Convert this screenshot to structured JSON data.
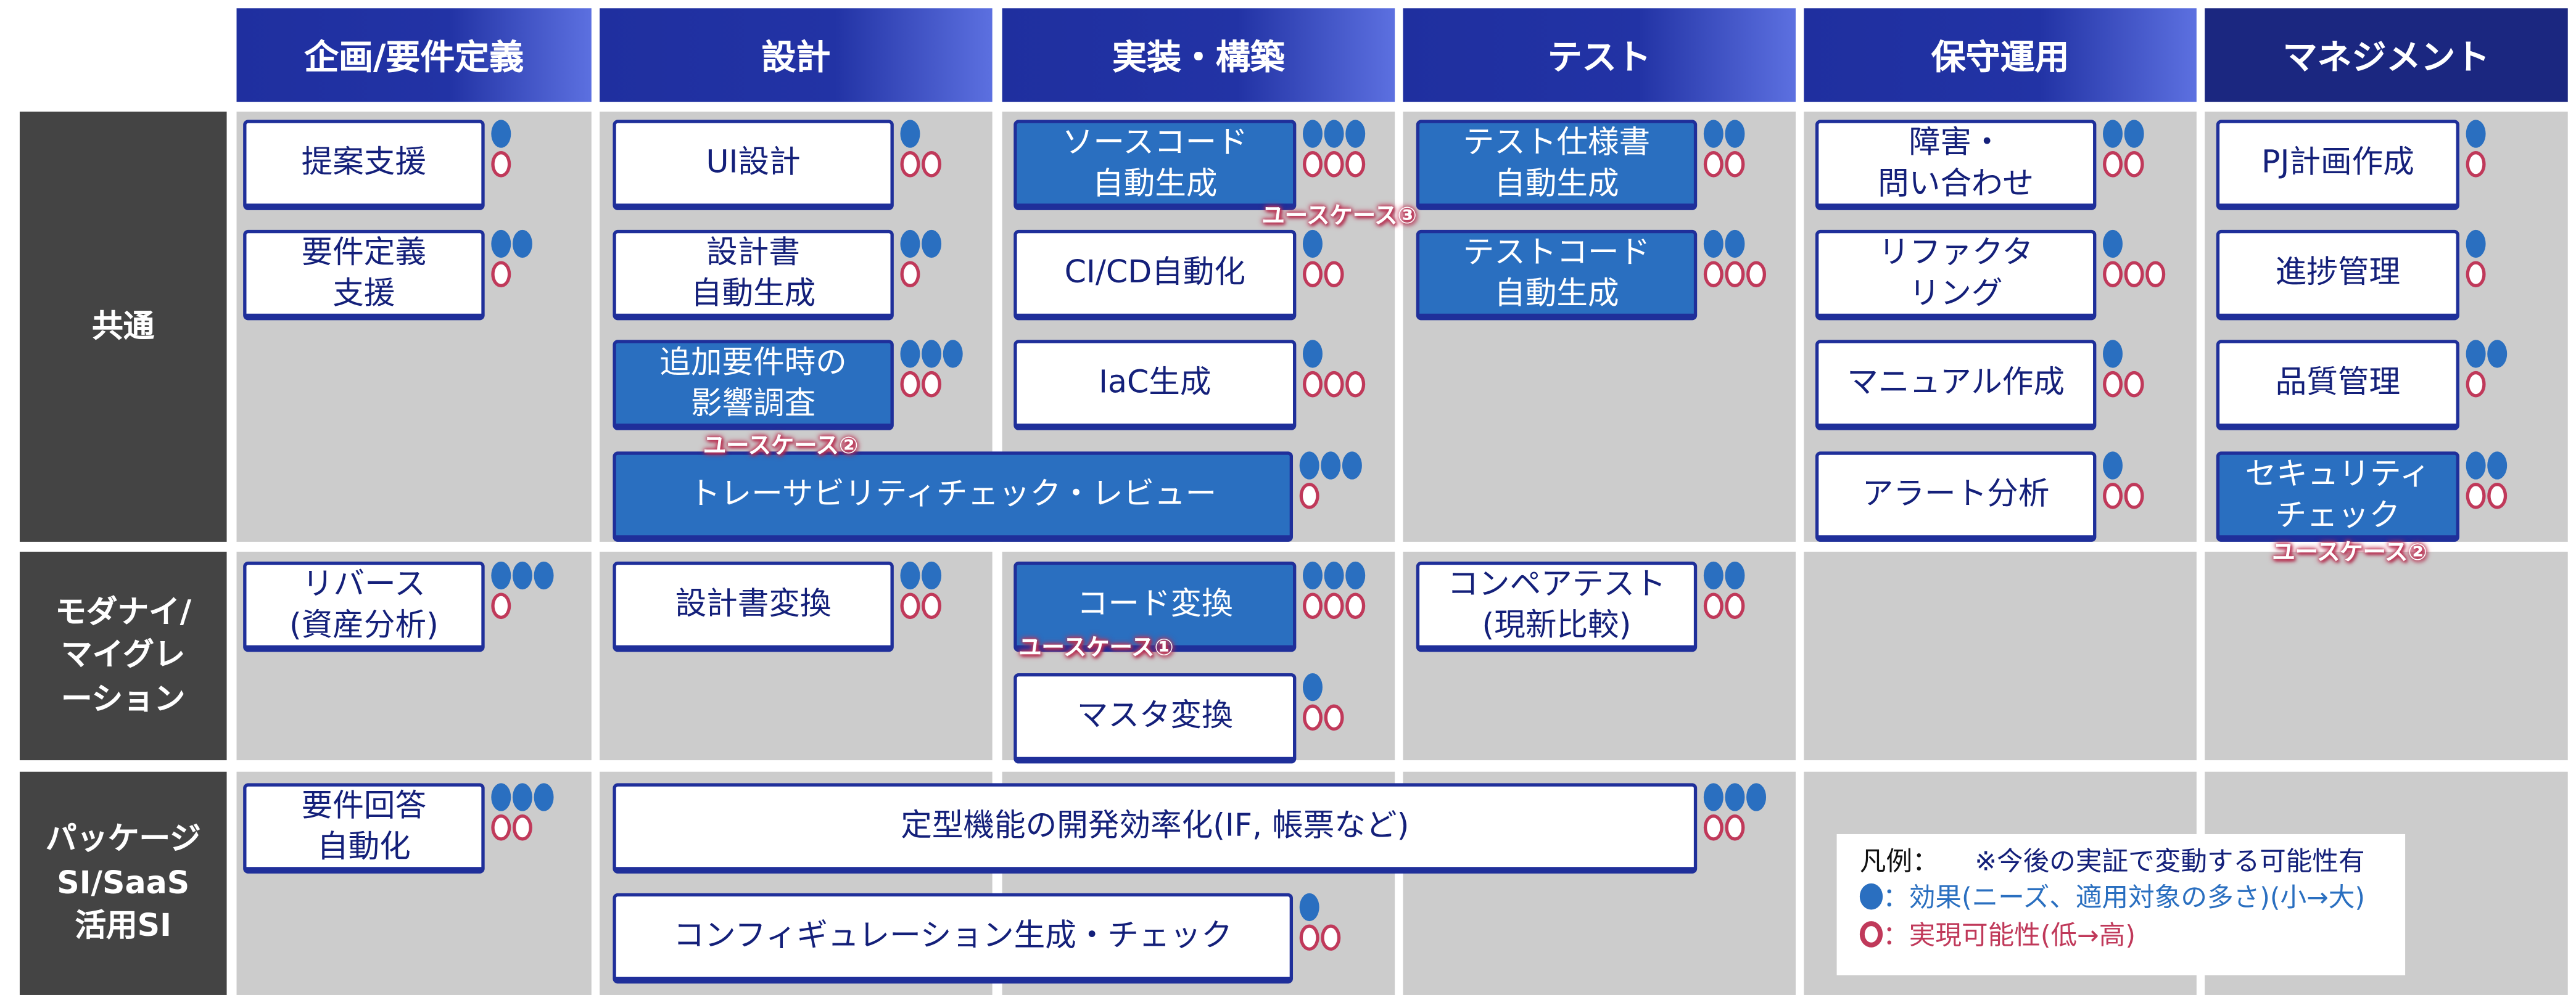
{
  "columns": [
    "企画/要件定義",
    "設計",
    "実装・構築",
    "テスト",
    "保守運用",
    "マネジメント"
  ],
  "rows": [
    "共通",
    "モダナイ/\nマイグレ\nーション",
    "パッケージ\nSI/SaaS\n活用SI"
  ],
  "colors": {
    "header": "#1f2f9f",
    "effect": "#2a6fc0",
    "feasibility": "#c0395a",
    "highlight": "#2a6fc0",
    "cell": "#cccccc"
  },
  "cards": [
    {
      "label": "提案支援",
      "effect": 1,
      "feasibility": 1,
      "highlighted": false
    },
    {
      "label": "要件定義\n支援",
      "effect": 2,
      "feasibility": 1,
      "highlighted": false
    },
    {
      "label": "UI設計",
      "effect": 1,
      "feasibility": 2,
      "highlighted": false
    },
    {
      "label": "設計書\n自動生成",
      "effect": 2,
      "feasibility": 1,
      "highlighted": false
    },
    {
      "label": "追加要件時の\n影響調査",
      "effect": 3,
      "feasibility": 2,
      "highlighted": true
    },
    {
      "label": "トレーサビリティチェック・レビュー",
      "effect": 3,
      "feasibility": 1,
      "highlighted": true
    },
    {
      "label": "ソースコード\n自動生成",
      "effect": 3,
      "feasibility": 3,
      "highlighted": true
    },
    {
      "label": "CI/CD自動化",
      "effect": 1,
      "feasibility": 2,
      "highlighted": false
    },
    {
      "label": "IaC生成",
      "effect": 1,
      "feasibility": 3,
      "highlighted": false
    },
    {
      "label": "テスト仕様書\n自動生成",
      "effect": 2,
      "feasibility": 2,
      "highlighted": true
    },
    {
      "label": "テストコード\n自動生成",
      "effect": 2,
      "feasibility": 3,
      "highlighted": true
    },
    {
      "label": "障害・\n問い合わせ",
      "effect": 2,
      "feasibility": 2,
      "highlighted": false
    },
    {
      "label": "リファクタ\nリング",
      "effect": 1,
      "feasibility": 3,
      "highlighted": false
    },
    {
      "label": "マニュアル作成",
      "effect": 1,
      "feasibility": 2,
      "highlighted": false
    },
    {
      "label": "アラート分析",
      "effect": 1,
      "feasibility": 2,
      "highlighted": false
    },
    {
      "label": "PJ計画作成",
      "effect": 1,
      "feasibility": 1,
      "highlighted": false
    },
    {
      "label": "進捗管理",
      "effect": 1,
      "feasibility": 1,
      "highlighted": false
    },
    {
      "label": "品質管理",
      "effect": 2,
      "feasibility": 1,
      "highlighted": false
    },
    {
      "label": "セキュリティ\nチェック",
      "effect": 2,
      "feasibility": 2,
      "highlighted": true
    },
    {
      "label": "リバース\n(資産分析)",
      "effect": 3,
      "feasibility": 1,
      "highlighted": false
    },
    {
      "label": "設計書変換",
      "effect": 2,
      "feasibility": 2,
      "highlighted": false
    },
    {
      "label": "コード変換",
      "effect": 3,
      "feasibility": 3,
      "highlighted": true
    },
    {
      "label": "マスタ変換",
      "effect": 1,
      "feasibility": 2,
      "highlighted": false
    },
    {
      "label": "コンペアテスト\n(現新比較)",
      "effect": 2,
      "feasibility": 2,
      "highlighted": false
    },
    {
      "label": "要件回答\n自動化",
      "effect": 3,
      "feasibility": 2,
      "highlighted": false
    },
    {
      "label": "定型機能の開発効率化(IF, 帳票など)",
      "effect": 3,
      "feasibility": 2,
      "highlighted": false
    },
    {
      "label": "コンフィギュレーション生成・チェック",
      "effect": 1,
      "feasibility": 2,
      "highlighted": false
    }
  ],
  "usecases": [
    "ユースケース③",
    "ユースケース②",
    "ユースケース②",
    "ユースケース①"
  ],
  "legend": {
    "title": "凡例：",
    "note": "※今後の実証で変動する可能性有",
    "effect": "：効果(ニーズ、適用対象の多さ)(小→大)",
    "feasibility": "：実現可能性(低→高)"
  }
}
